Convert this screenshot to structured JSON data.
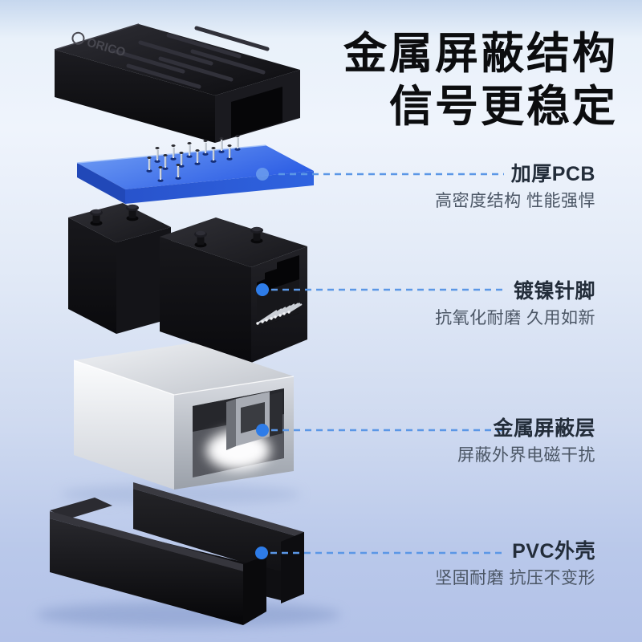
{
  "title": {
    "line1": "金属屏蔽结构",
    "line2": "信号更稳定"
  },
  "brand": {
    "logo_text": "ORICO"
  },
  "callouts": [
    {
      "id": "pcb",
      "title": "加厚PCB",
      "subtitle": "高密度结构 性能强悍"
    },
    {
      "id": "pins",
      "title": "镀镍针脚",
      "subtitle": "抗氧化耐磨 久用如新"
    },
    {
      "id": "shield",
      "title": "金属屏蔽层",
      "subtitle": "屏蔽外界电磁干扰"
    },
    {
      "id": "shell",
      "title": "PVC外壳",
      "subtitle": "坚固耐磨 抗压不变形"
    }
  ],
  "colors": {
    "accent_dot": "#2e7ce8",
    "leader_line": "#5b97e6",
    "pcb_blue": "#3566e8",
    "metal_silver": "#d7dade",
    "plastic_black": "#141418",
    "title_text": "#0c0d0f",
    "callout_title_text": "#232d3a",
    "callout_subtitle_text": "#4b5665",
    "background_top": "#c6d7ee",
    "background_bottom": "#b3c2e8"
  }
}
